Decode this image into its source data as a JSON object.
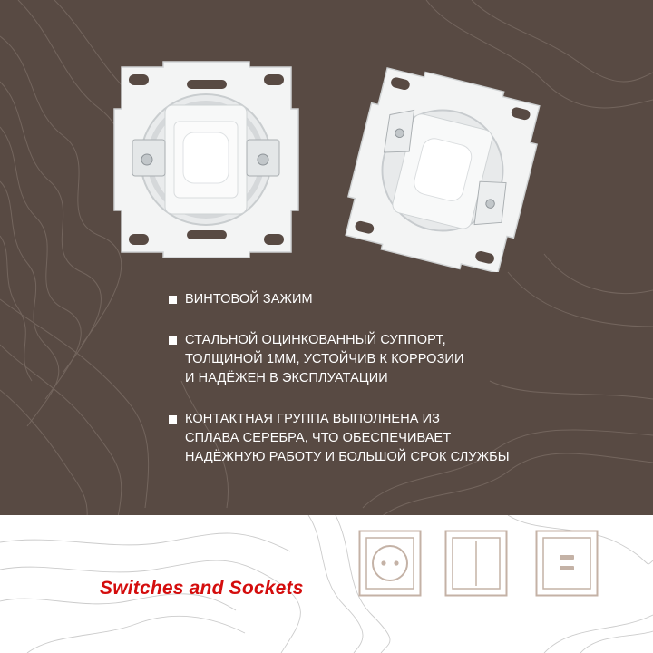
{
  "features": [
    {
      "lines": [
        "Винтовой зажим"
      ]
    },
    {
      "lines": [
        "Стальной оцинкованный суппорт,",
        "толщиной 1мм, устойчив к коррозии",
        "и надёжен в эксплуатации"
      ]
    },
    {
      "lines": [
        "Контактная группа выполнена из",
        "сплава серебра, что обеспечивает",
        "надёжную работу и большой срок службы"
      ]
    }
  ],
  "brand": {
    "label": "Switches and Sockets",
    "color": "#d40d0d"
  },
  "colors": {
    "background": "#584a43",
    "bottom": "#ffffff",
    "product": "#f3f4f4",
    "icon_stroke": "#c4b2a6"
  },
  "categories": [
    {
      "name": "socket-icon"
    },
    {
      "name": "double-switch-icon"
    },
    {
      "name": "usb-socket-icon"
    }
  ]
}
